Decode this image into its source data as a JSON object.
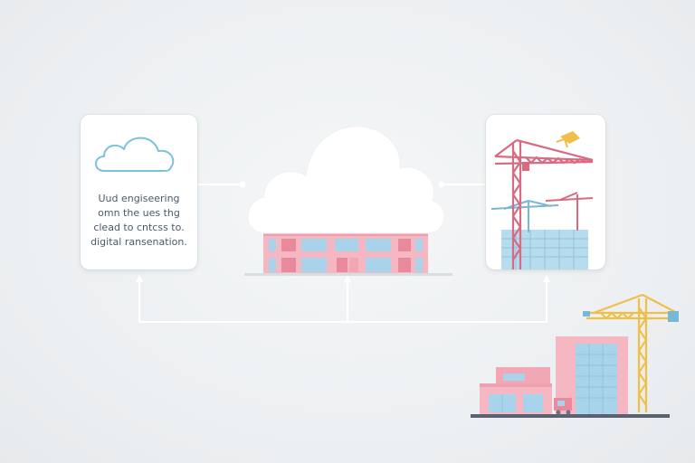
{
  "left_card": {
    "icon": "cloud-outline-icon",
    "lines": [
      "Uud engiseering",
      "omn the ues thg",
      "clead to cntcss to.",
      "digital ransenation."
    ]
  },
  "center_node": {
    "icon": "cloud-building-icon"
  },
  "right_card": {
    "icon": "construction-cranes-icon"
  },
  "corner_illustration": {
    "icon": "building-with-crane-icon"
  },
  "colors": {
    "pink": "#f2a7b4",
    "pink_dark": "#e98a9c",
    "crane_pink": "#d96a82",
    "crane_blue": "#79b7d6",
    "crane_yellow": "#f0bf48",
    "glass_blue": "#a9d3ea",
    "cloud_outline": "#7cc2dd",
    "connector": "#ffffff"
  }
}
